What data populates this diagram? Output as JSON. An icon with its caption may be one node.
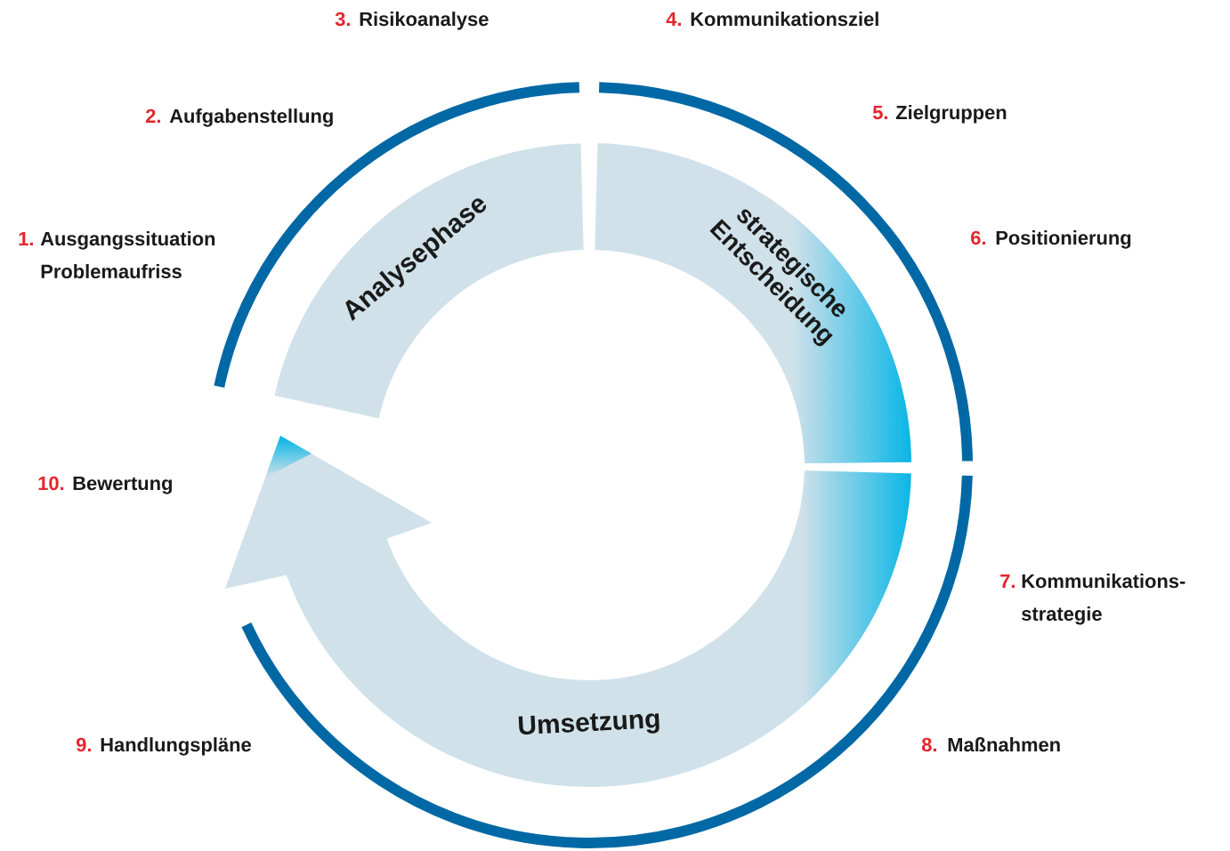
{
  "diagram": {
    "nodes": [
      {
        "text": [
          "Analysephase"
        ]
      },
      {
        "text": [
          "strategische Entscheidung"
        ]
      },
      {
        "text": [
          "Umsetzung"
        ]
      }
    ],
    "labels": [
      "1.",
      "Ausgangssituation Problemaufriss",
      "2.",
      "Aufgabenstellung",
      "3.",
      "Risikoanalyse",
      "4.",
      "Kommunikationsziel",
      "5.",
      "Zielgruppen",
      "6.",
      "Positionierung",
      "7.",
      "Kommunikations-strategie",
      "9.",
      "Handlungspläne",
      "8.",
      "Maßnahmen",
      "10.",
      "Bewertung"
    ]
  }
}
